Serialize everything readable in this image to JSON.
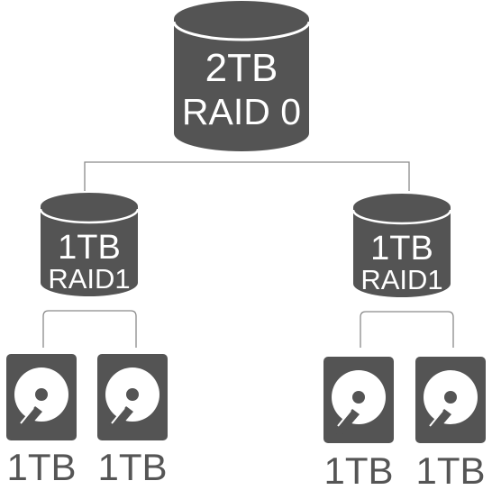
{
  "colors": {
    "volume_fill": "#545454",
    "volume_label": "#ffffff",
    "disk_fill": "#545454",
    "disk_label": "#555555",
    "connector": "#8a8a8a",
    "background": "#ffffff"
  },
  "top_volume": {
    "capacity": "2TB",
    "level": "RAID 0",
    "icon": "database-cylinder-icon"
  },
  "mirror_left": {
    "capacity": "1TB",
    "level": "RAID1",
    "icon": "database-cylinder-icon",
    "disks": [
      {
        "label": "1TB",
        "icon": "hard-disk-icon"
      },
      {
        "label": "1TB",
        "icon": "hard-disk-icon"
      }
    ]
  },
  "mirror_right": {
    "capacity": "1TB",
    "level": "RAID1",
    "icon": "database-cylinder-icon",
    "disks": [
      {
        "label": "1TB",
        "icon": "hard-disk-icon"
      },
      {
        "label": "1TB",
        "icon": "hard-disk-icon"
      }
    ]
  }
}
